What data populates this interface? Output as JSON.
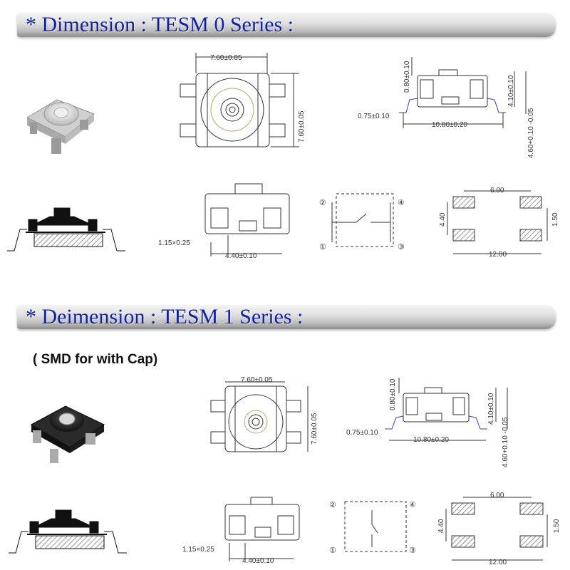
{
  "sections": [
    {
      "title": "* Dimension : TESM 0 Series :",
      "subtitle": "",
      "dims": {
        "width": "7.60±0.05",
        "height": "7.60±0.05",
        "side_top": "0.80±0.10",
        "side_height": "4.10±0.10",
        "side_length": "10.80±0.20",
        "side_leg": "0.75±0.10",
        "side_total": "4.60+0.10 -0.05",
        "front_leg": "1.15×0.25",
        "front_pitch": "4.40±0.10"
      },
      "pad": {
        "pitch": "6.00",
        "height": "4.40",
        "width": "1.50",
        "total": "12.00"
      },
      "schematic": {
        "pins": [
          "②",
          "④",
          "①",
          "③"
        ]
      }
    },
    {
      "title": "* Deimension : TESM 1 Series :",
      "subtitle": "( SMD for with Cap)",
      "dims": {
        "width": "7.60±0.05",
        "height": "7.60±0.05",
        "side_top": "0.80±0.10",
        "side_height": "4.10±0.10",
        "side_length": "10.80±0.20",
        "side_leg": "0.75±0.10",
        "side_total": "4.60+0.10 -0.05",
        "front_leg": "1.15×0.25",
        "front_pitch": "4.40±0.10"
      },
      "pad": {
        "pitch": "6.00",
        "height": "4.40",
        "width": "1.50",
        "total": "12.00"
      },
      "schematic": {
        "pins": [
          "②",
          "④",
          "①",
          "③"
        ]
      }
    }
  ],
  "colors": {
    "title_blue": "#1020a8",
    "line": "#333333"
  }
}
